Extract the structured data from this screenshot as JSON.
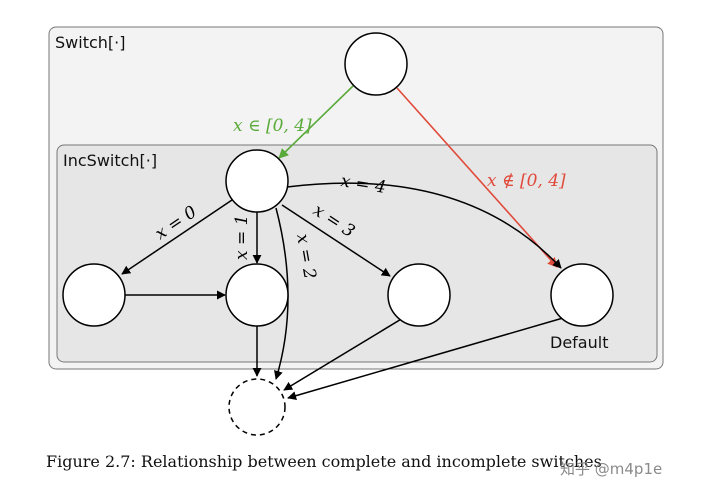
{
  "outer_box": {
    "title": "Switch[·]"
  },
  "inner_box": {
    "title": "IncSwitch[·]"
  },
  "nodes": {
    "default_label": "Default"
  },
  "edges": {
    "in_range": "x ∈ [0, 4]",
    "out_of_range": "x ∉ [0, 4]",
    "x0": "x = 0",
    "x1": "x = 1",
    "x2": "x = 2",
    "x3": "x = 3",
    "x4": "x = 4"
  },
  "colors": {
    "in_range": "#5aaa3a",
    "out_of_range": "#e04a3a",
    "outer_fill": "#f3f3f3",
    "inner_fill": "#e6e6e6"
  },
  "caption": "Figure 2.7: Relationship between complete and incomplete switches",
  "watermark": "知乎 @m4p1e"
}
